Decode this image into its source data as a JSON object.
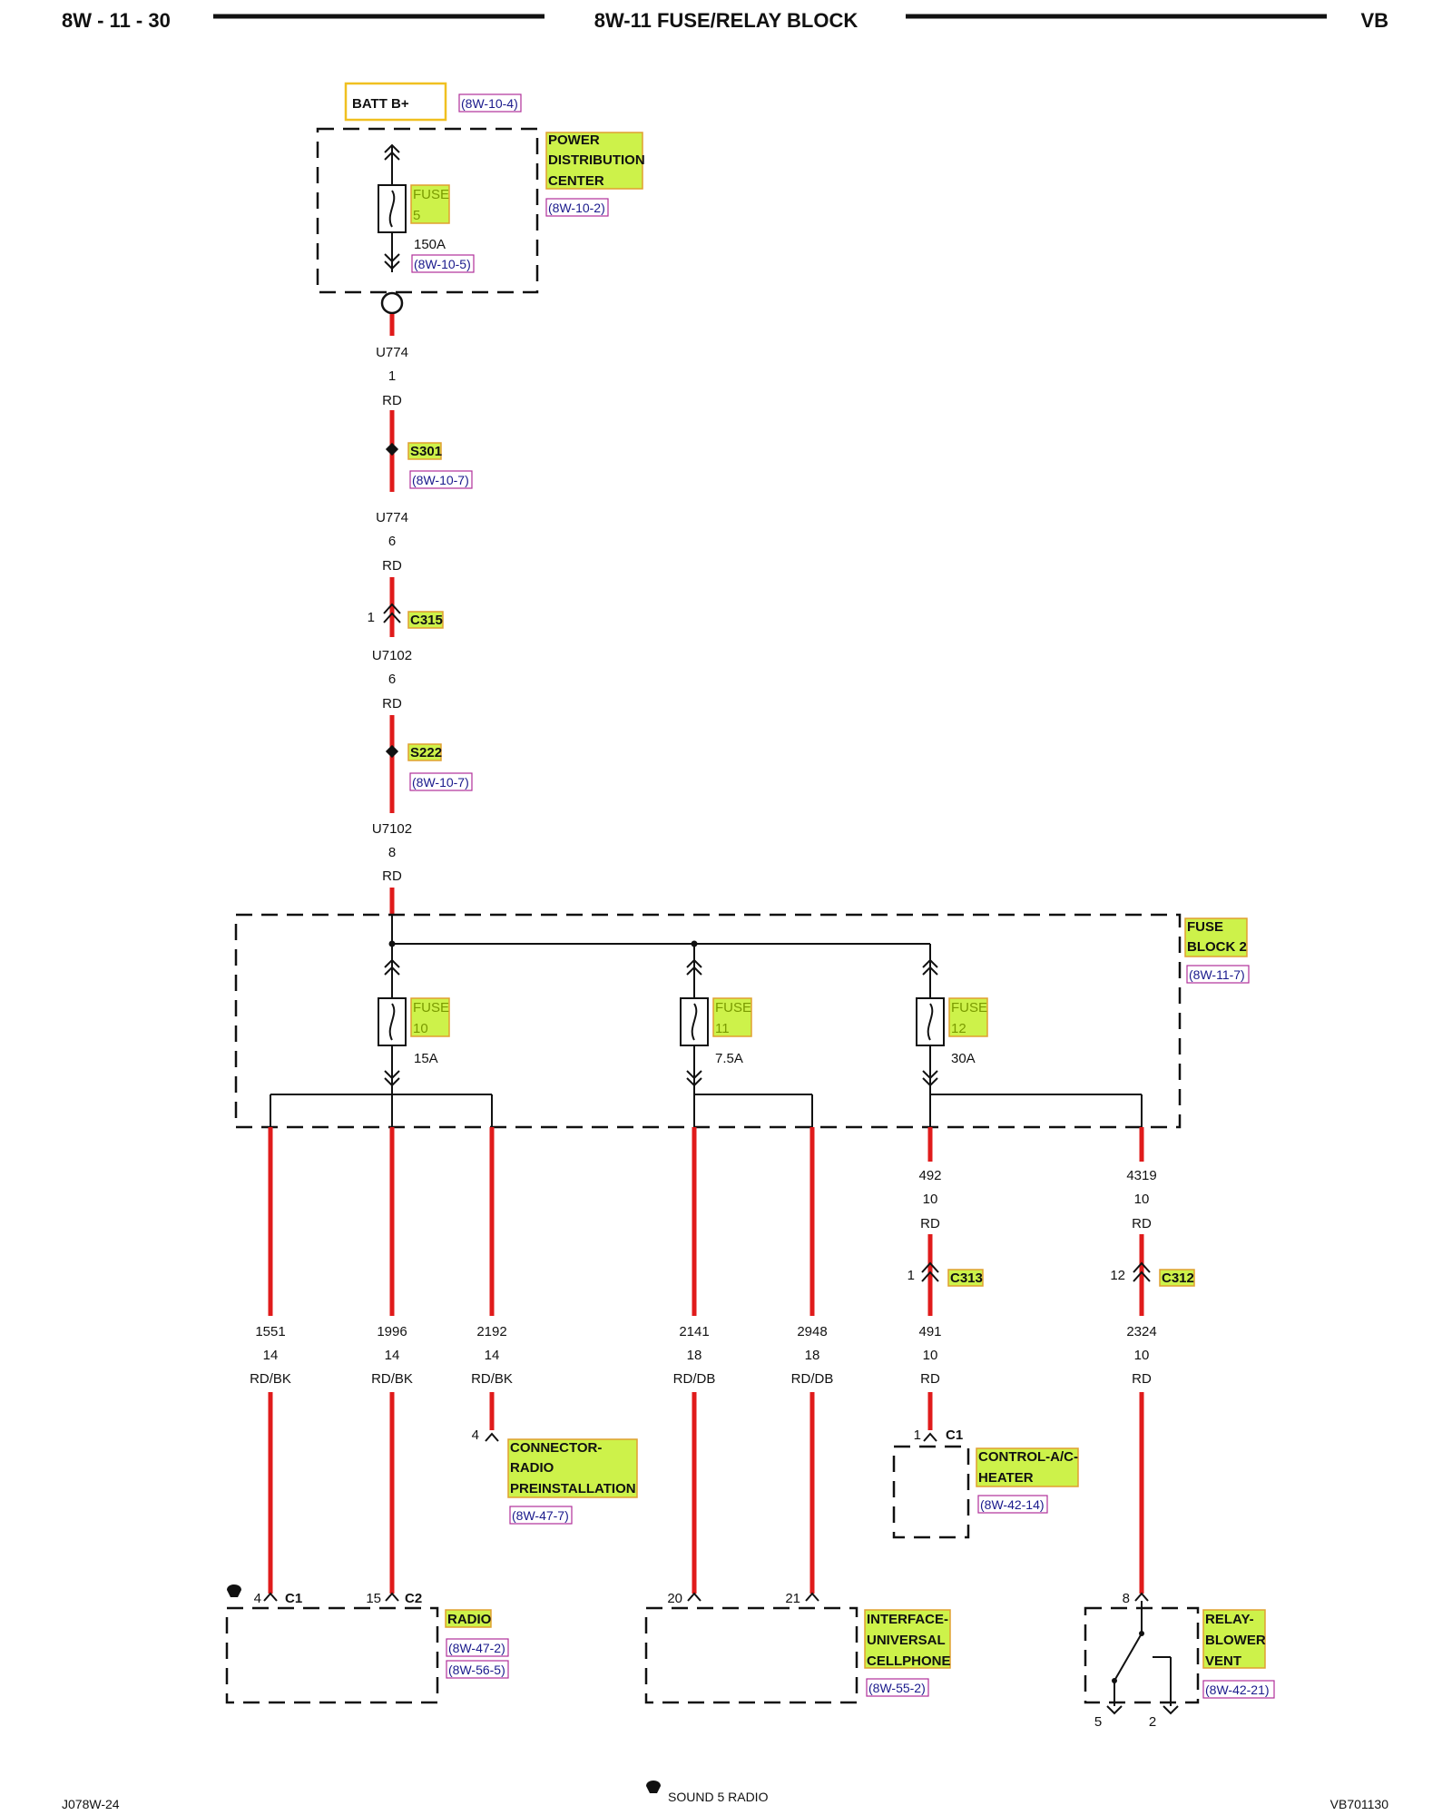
{
  "header": {
    "page_code": "8W - 11 - 30",
    "title": "8W-11 FUSE/RELAY BLOCK",
    "variant": "VB"
  },
  "footer": {
    "left_code": "J078W-24",
    "legend": "SOUND 5 RADIO",
    "right_code": "VB701130"
  },
  "source": {
    "batt_label": "BATT B+",
    "batt_ref": "(8W-10-4)",
    "pdc_label": [
      "POWER",
      "DISTRIBUTION",
      "CENTER"
    ],
    "pdc_ref": "(8W-10-2)",
    "fuse_label": [
      "FUSE",
      "5"
    ],
    "fuse_amp": "150A",
    "fuse_ref": "(8W-10-5)"
  },
  "main_feed": [
    {
      "circuit": "U774",
      "gauge": "1",
      "color": "RD"
    },
    {
      "splice": "S301",
      "ref": "(8W-10-7)"
    },
    {
      "circuit": "U774",
      "gauge": "6",
      "color": "RD"
    },
    {
      "connector": "C315",
      "pin": "1"
    },
    {
      "circuit": "U7102",
      "gauge": "6",
      "color": "RD"
    },
    {
      "splice": "S222",
      "ref": "(8W-10-7)"
    },
    {
      "circuit": "U7102",
      "gauge": "8",
      "color": "RD"
    }
  ],
  "fuse_block": {
    "label": [
      "FUSE",
      "BLOCK 2"
    ],
    "ref": "(8W-11-7)",
    "fuses": [
      {
        "label": [
          "FUSE",
          "10"
        ],
        "amp": "15A"
      },
      {
        "label": [
          "FUSE",
          "11"
        ],
        "amp": "7.5A"
      },
      {
        "label": [
          "FUSE",
          "12"
        ],
        "amp": "30A"
      }
    ]
  },
  "upper_circuits": [
    {
      "circuit": "492",
      "gauge": "10",
      "color": "RD",
      "connector": "C313",
      "pin": "1"
    },
    {
      "circuit": "4319",
      "gauge": "10",
      "color": "RD",
      "connector": "C312",
      "pin": "12"
    }
  ],
  "branches": [
    {
      "circuit": "1551",
      "gauge": "14",
      "color": "RD/BK"
    },
    {
      "circuit": "1996",
      "gauge": "14",
      "color": "RD/BK"
    },
    {
      "circuit": "2192",
      "gauge": "14",
      "color": "RD/BK"
    },
    {
      "circuit": "2141",
      "gauge": "18",
      "color": "RD/DB"
    },
    {
      "circuit": "2948",
      "gauge": "18",
      "color": "RD/DB"
    },
    {
      "circuit": "491",
      "gauge": "10",
      "color": "RD"
    },
    {
      "circuit": "2324",
      "gauge": "10",
      "color": "RD"
    }
  ],
  "components": {
    "connector_radio": {
      "pin": "4",
      "label": [
        "CONNECTOR-",
        "RADIO",
        "PREINSTALLATION"
      ],
      "ref": "(8W-47-7)"
    },
    "control_ac": {
      "pin": "1",
      "connector": "C1",
      "label": [
        "CONTROL-A/C-",
        "HEATER"
      ],
      "ref": "(8W-42-14)"
    },
    "radio": {
      "pins": [
        {
          "pin": "4",
          "connector": "C1"
        },
        {
          "pin": "15",
          "connector": "C2"
        }
      ],
      "label": [
        "RADIO"
      ],
      "refs": [
        "(8W-47-2)",
        "(8W-56-5)"
      ]
    },
    "interface": {
      "pins": [
        "20",
        "21"
      ],
      "label": [
        "INTERFACE-",
        "UNIVERSAL",
        "CELLPHONE"
      ],
      "ref": "(8W-55-2)"
    },
    "relay": {
      "pin_top": "8",
      "pins_bottom": [
        "5",
        "2"
      ],
      "label": [
        "RELAY-",
        "BLOWER",
        "VENT"
      ],
      "ref": "(8W-42-21)"
    }
  }
}
